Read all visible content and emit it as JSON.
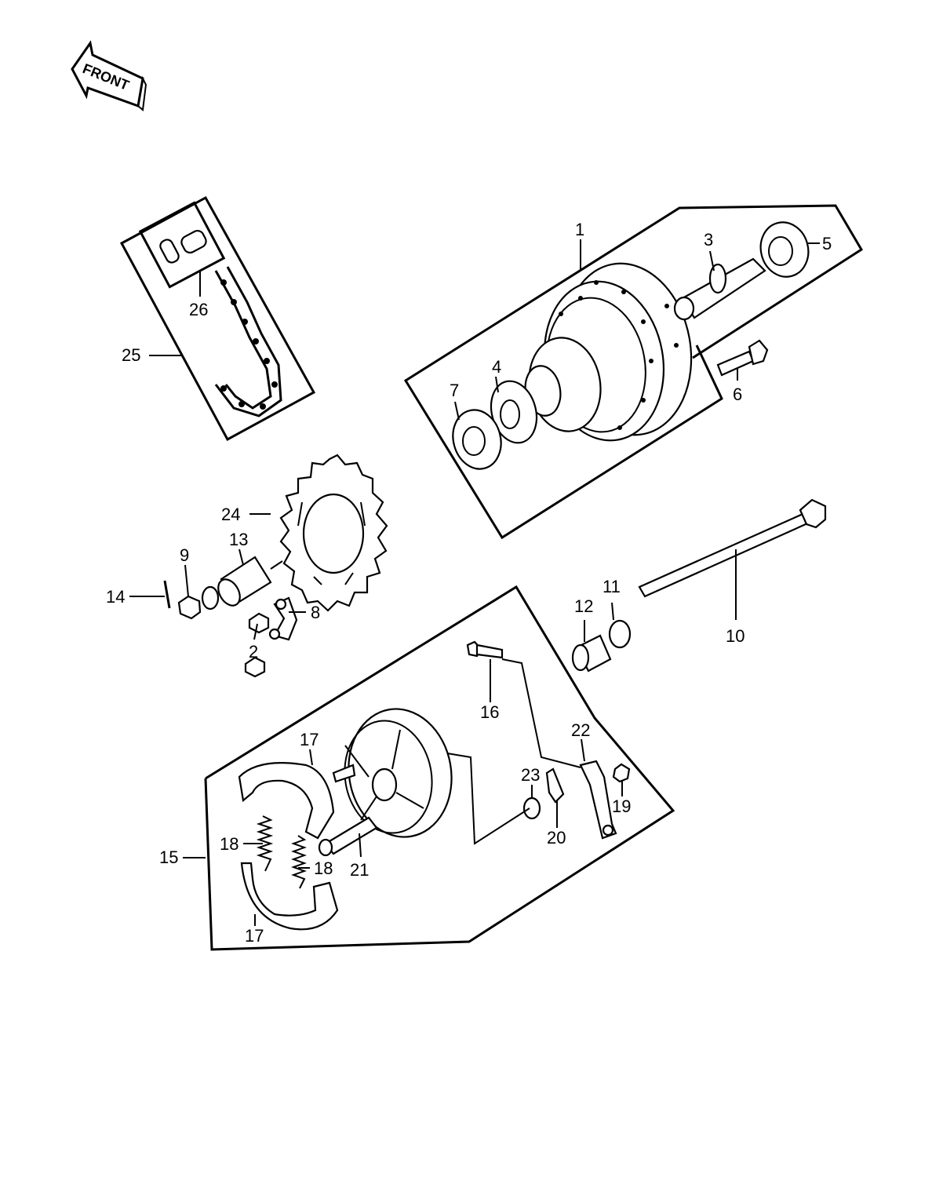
{
  "front_label": "FRONT",
  "part_labels": {
    "p1": "1",
    "p2": "2",
    "p3": "3",
    "p4": "4",
    "p5": "5",
    "p6": "6",
    "p7": "7",
    "p8": "8",
    "p9": "9",
    "p10": "10",
    "p11": "11",
    "p12": "12",
    "p13": "13",
    "p14": "14",
    "p15": "15",
    "p16": "16",
    "p17a": "17",
    "p17b": "17",
    "p18a": "18",
    "p18b": "18",
    "p19": "19",
    "p20": "20",
    "p21": "21",
    "p22": "22",
    "p23": "23",
    "p24": "24",
    "p25": "25",
    "p26": "26"
  }
}
